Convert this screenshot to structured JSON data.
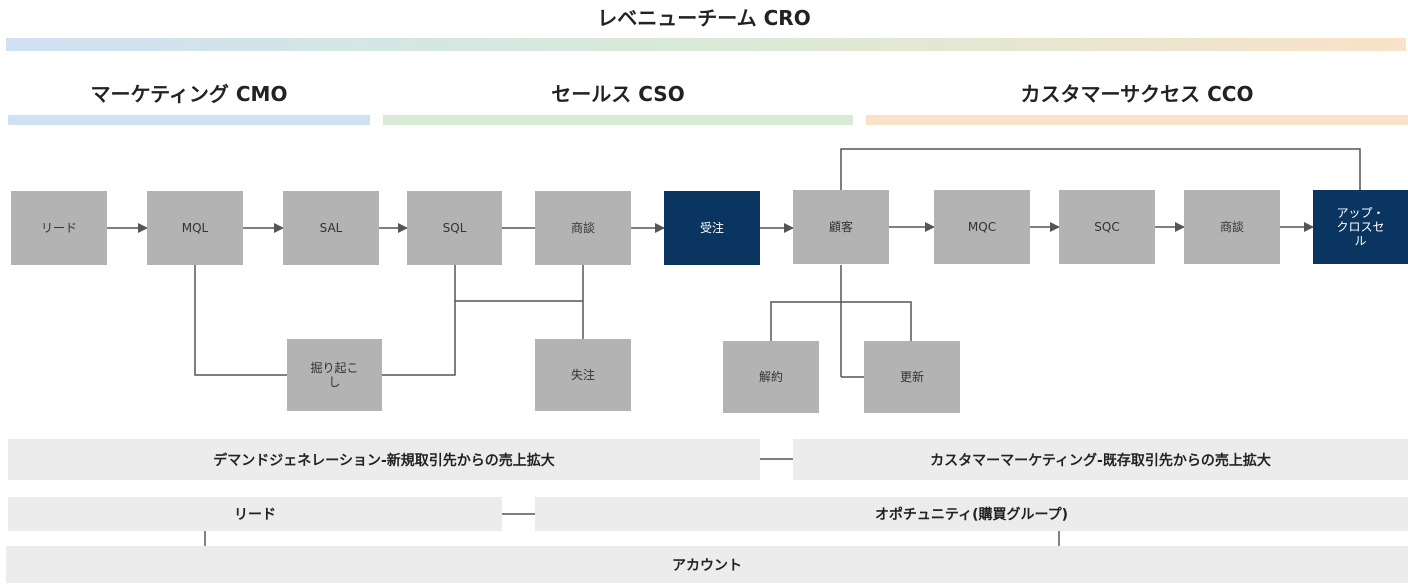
{
  "top_title": "レベニューチーム CRO",
  "sections": [
    {
      "id": "cmo",
      "title": "マーケティング CMO",
      "color": "#cfe1f3"
    },
    {
      "id": "cso",
      "title": "セールス CSO",
      "color": "#d9ead7"
    },
    {
      "id": "cco",
      "title": "カスタマーサクセス CCO",
      "color": "#f8e2c8"
    }
  ],
  "top_bar_colors": [
    "#cfe1f3",
    "#d9ead7",
    "#f8e2c8"
  ],
  "nodes": {
    "lead": "リード",
    "mql": "MQL",
    "sal": "SAL",
    "sql": "SQL",
    "deal1": "商談",
    "order": "受注",
    "customer": "顧客",
    "mqc": "MQC",
    "sqc": "SQC",
    "deal2": "商談",
    "upsell": "アップ・\nクロスセ\nル",
    "dig": "掘り起こ\nし",
    "lost": "失注",
    "cancel": "解約",
    "renew": "更新"
  },
  "bands": {
    "demand": "デマンドジェネレーション-新規取引先からの売上拡大",
    "customer_marketing": "カスタマーマーケティング-既存取引先からの売上拡大",
    "lead": "リード",
    "opportunity": "オポチュニティ(購買グループ)",
    "account": "アカウント"
  },
  "colors": {
    "box": "#b3b3b3",
    "highlight": "#0a3560",
    "band": "#ececec",
    "line": "#555555"
  }
}
